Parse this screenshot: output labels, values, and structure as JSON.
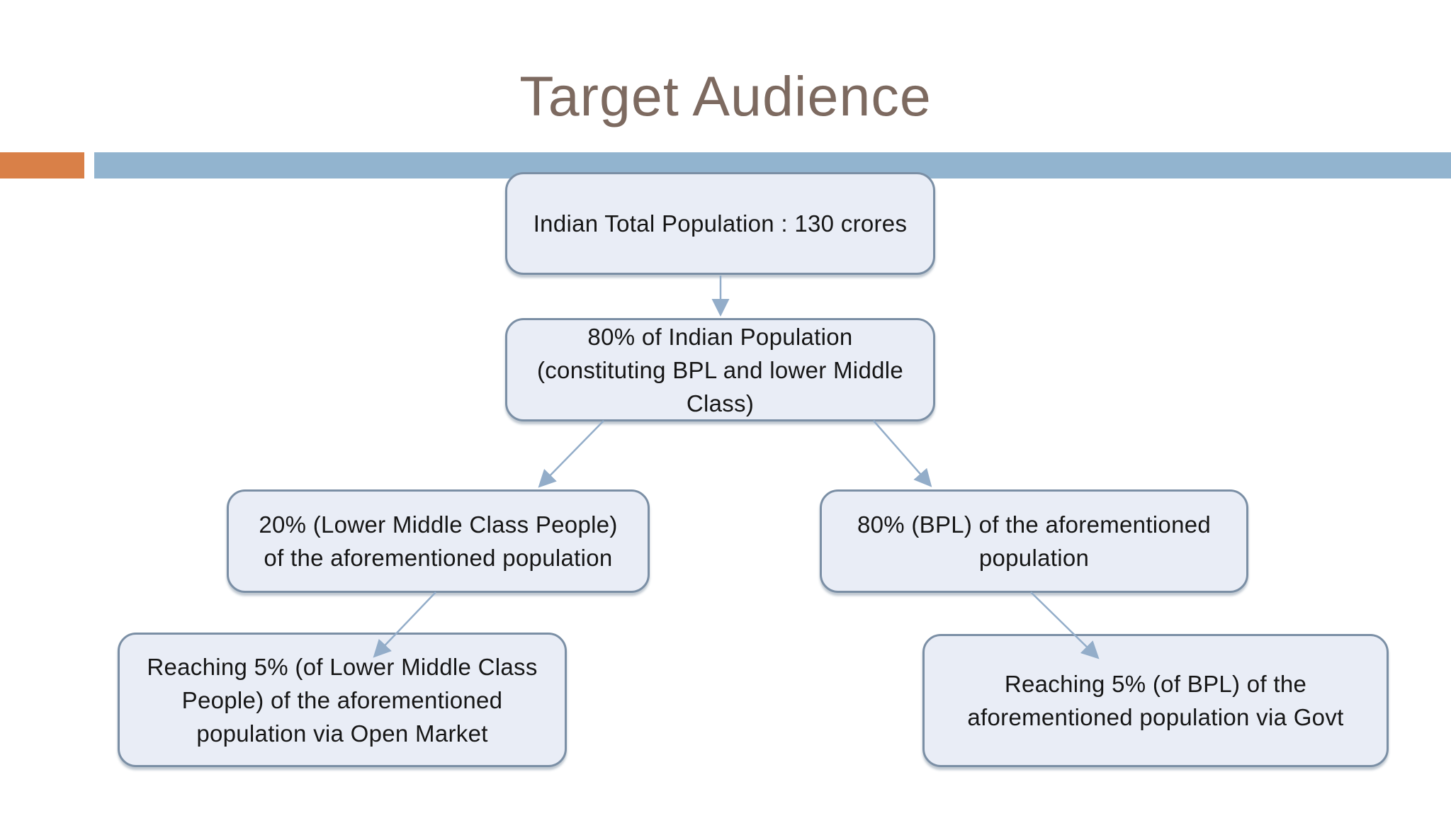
{
  "title": "Target Audience",
  "theme": {
    "title_color": "#7D6A60",
    "accent_orange": "#D98048",
    "accent_blue": "#92B4CF",
    "node_fill": "#E9EDF6",
    "node_border": "#7B8FA5",
    "arrow_color": "#93ADC9",
    "text_color": "#161616"
  },
  "nodes": [
    {
      "id": "total-population",
      "lines": [
        "Indian Total Population : 130 crores"
      ]
    },
    {
      "id": "population-80pct",
      "lines": [
        "80% of Indian Population",
        "(constituting BPL and lower Middle",
        "Class)"
      ]
    },
    {
      "id": "lower-middle-20pct",
      "lines": [
        "20% (Lower Middle Class People)",
        "of the aforementioned population"
      ]
    },
    {
      "id": "bpl-80pct",
      "lines": [
        "80% (BPL) of the aforementioned",
        "population"
      ]
    },
    {
      "id": "reach-lmc",
      "lines": [
        "Reaching 5% (of Lower Middle Class",
        "People) of the aforementioned",
        "population via Open Market"
      ]
    },
    {
      "id": "reach-bpl",
      "lines": [
        "Reaching 5% (of BPL) of the",
        "aforementioned population via Govt"
      ]
    }
  ],
  "edges": [
    {
      "from": "total-population",
      "to": "population-80pct"
    },
    {
      "from": "population-80pct",
      "to": "lower-middle-20pct"
    },
    {
      "from": "population-80pct",
      "to": "bpl-80pct"
    },
    {
      "from": "lower-middle-20pct",
      "to": "reach-lmc"
    },
    {
      "from": "bpl-80pct",
      "to": "reach-bpl"
    }
  ]
}
